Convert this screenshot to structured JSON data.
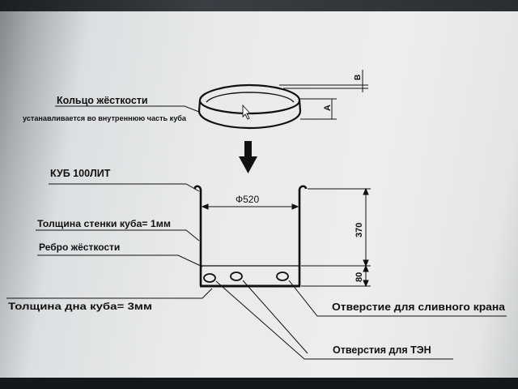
{
  "labels": {
    "ring_title": "Кольцо жёсткости",
    "ring_note": "устанавливается во внутреннюю часть  куба",
    "cube_title": "КУБ 100ЛИТ",
    "wall_thickness": "Толщина стенки куба= 1мм",
    "rib": "Ребро жёсткости",
    "bottom_thickness": "Толщина дна куба= 3мм",
    "drain_hole": "Отверстие для сливного крана",
    "heater_holes": "Отверстия для ТЭН"
  },
  "dimensions": {
    "diameter": "Ф520",
    "height_upper": "370",
    "height_lower": "80",
    "ring_a": "A",
    "ring_b": "B"
  },
  "colors": {
    "ink": "#111111",
    "screen": "#e8eaeb"
  }
}
